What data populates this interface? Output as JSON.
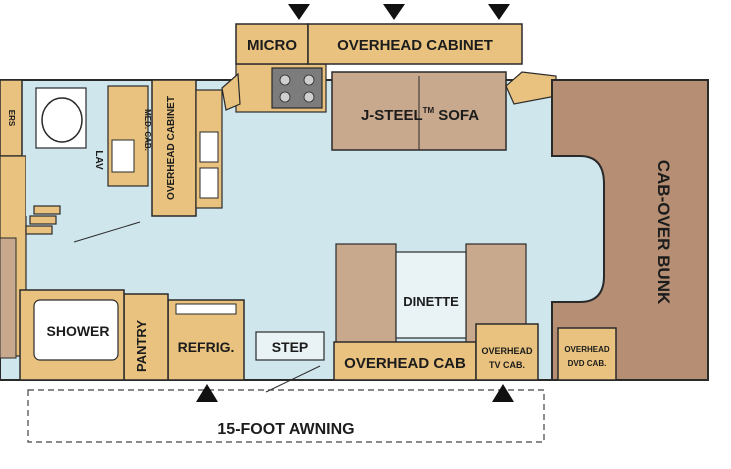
{
  "labels": {
    "micro": "MICRO",
    "overhead_cabinet_top": "OVERHEAD CABINET",
    "sofa_main": "J-STEEL",
    "sofa_tm": "TM",
    "sofa_end": "SOFA",
    "cab_over_bunk": "CAB-OVER BUNK",
    "dinette": "DINETTE",
    "overhead_cab": "OVERHEAD CAB",
    "overhead_tv_line1": "OVERHEAD",
    "overhead_tv_line2": "TV CAB.",
    "overhead_dvd_line1": "OVERHEAD",
    "overhead_dvd_line2": "DVD CAB.",
    "step": "STEP",
    "refrig": "REFRIG.",
    "pantry": "PANTRY",
    "shower": "SHOWER",
    "lav": "LAV",
    "med_cab": "MED. CAB.",
    "overhead_cabinet_side": "OVERHEAD CABINET",
    "wardrobe_partial": "ERS",
    "awning": "15-FOOT AWNING"
  },
  "colors": {
    "floor": "#cfe6ec",
    "cabinet": "#e8c27e",
    "cabinet_dark": "#c8994a",
    "upholstery": "#c9a98d",
    "bunk": "#b58e74",
    "outline": "#2a2a2a"
  }
}
